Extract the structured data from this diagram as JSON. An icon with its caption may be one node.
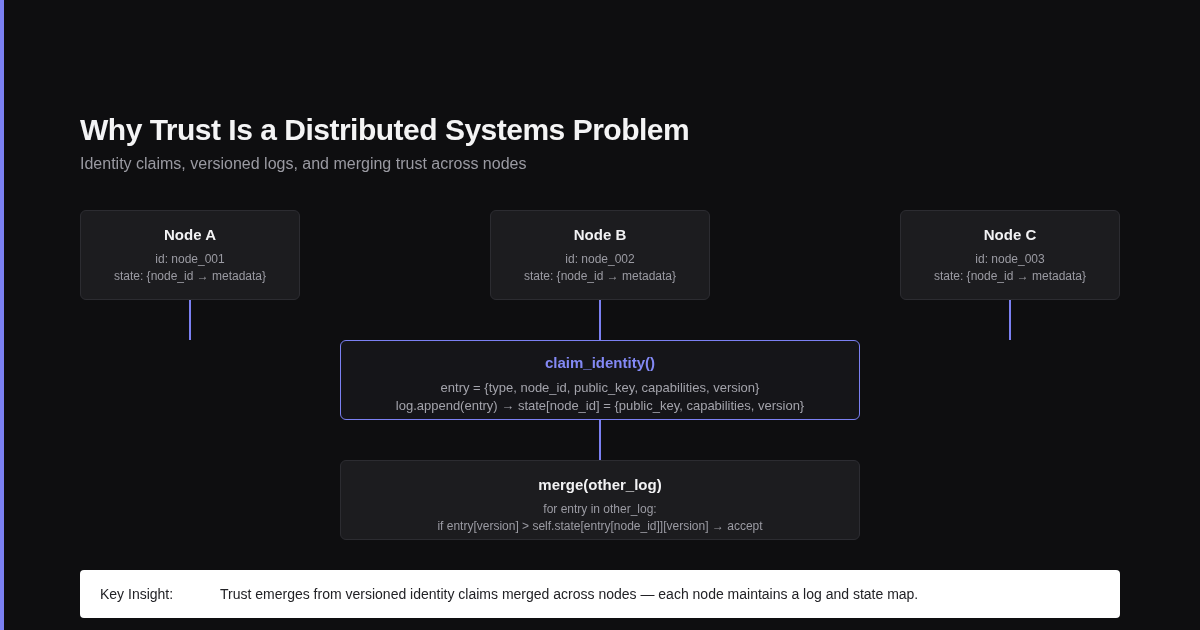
{
  "diagram": {
    "title": "Why Trust Is a Distributed Systems Problem",
    "caption": "Identity claims, versioned logs, and merging trust across nodes",
    "nodes": [
      {
        "text": [
          "Node A",
          "id: node_001",
          "state: {node_id → metadata}"
        ]
      },
      {
        "text": [
          "Node B",
          "id: node_002",
          "state: {node_id → metadata}"
        ]
      },
      {
        "text": [
          "Node C",
          "id: node_003",
          "state: {node_id → metadata}"
        ]
      },
      {
        "text": [
          "claim_identity()",
          "entry = {type, node_id, public_key, capabilities, version}",
          "log.append(entry) → state[node_id] = {public_key, capabilities, version}"
        ]
      },
      {
        "text": [
          "merge(other_log)",
          "for entry in other_log:",
          "if entry[version] > self.state[entry[node_id]][version] → accept"
        ]
      },
      {
        "text": [
          "Key Insight:",
          "Trust emerges from versioned identity claims merged across nodes — each node maintains a log and state map."
        ]
      }
    ],
    "edges": [
      {
        "from": 0,
        "to": null,
        "arrow": "none"
      },
      {
        "from": 1,
        "to": 3,
        "arrow": "none"
      },
      {
        "from": 2,
        "to": null,
        "arrow": "none"
      },
      {
        "from": 3,
        "to": 4,
        "arrow": "none"
      }
    ]
  }
}
